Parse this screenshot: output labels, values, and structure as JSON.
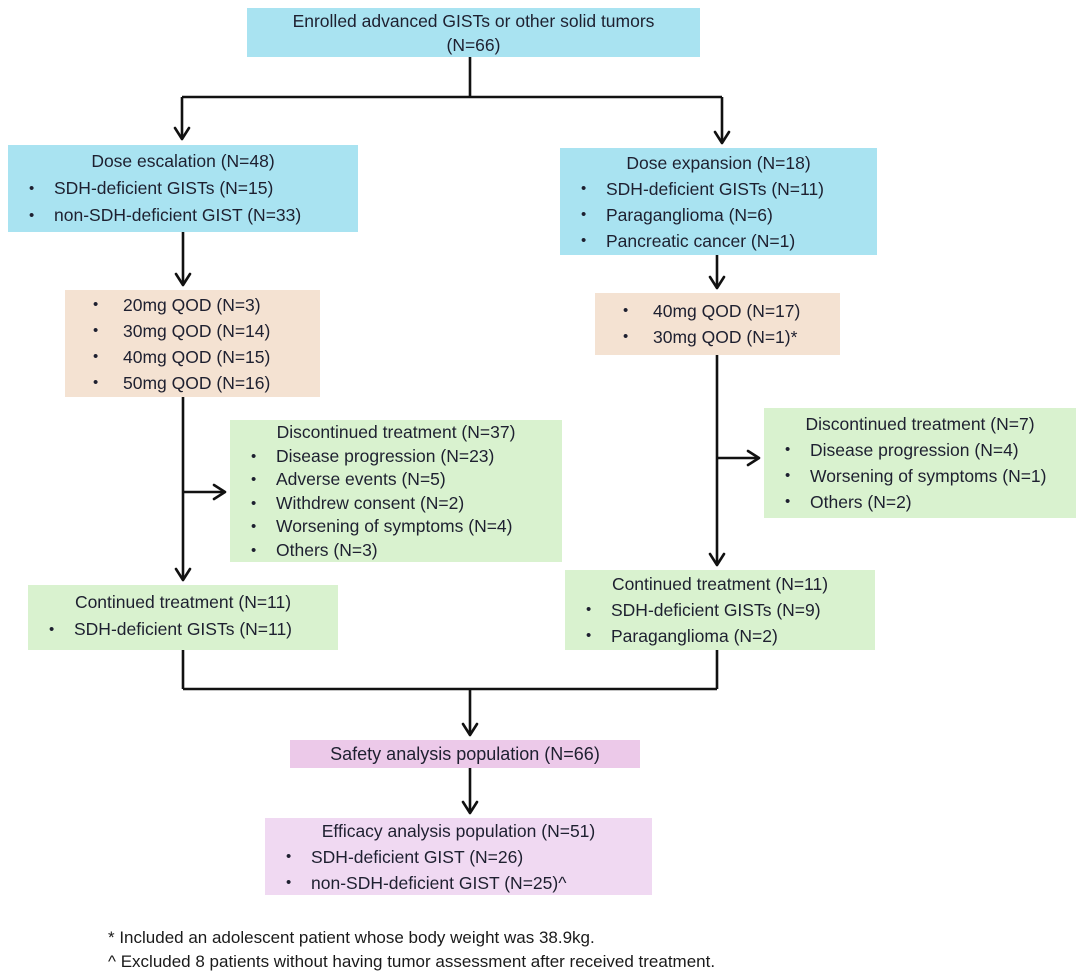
{
  "boxes": {
    "enrolled": {
      "line1": "Enrolled advanced GISTs or other solid tumors",
      "line2": "(N=66)"
    },
    "dose_escalation": {
      "title": "Dose escalation (N=48)",
      "items": [
        "SDH-deficient GISTs (N=15)",
        "non-SDH-deficient GIST (N=33)"
      ]
    },
    "dose_expansion": {
      "title": "Dose expansion (N=18)",
      "items": [
        "SDH-deficient GISTs (N=11)",
        "Paraganglioma (N=6)",
        "Pancreatic cancer (N=1)"
      ]
    },
    "escalation_doses": {
      "items": [
        "20mg QOD (N=3)",
        "30mg QOD (N=14)",
        "40mg QOD (N=15)",
        "50mg QOD (N=16)"
      ]
    },
    "expansion_doses": {
      "items": [
        "40mg QOD (N=17)",
        "30mg QOD (N=1)*"
      ]
    },
    "discontinued_escalation": {
      "title": "Discontinued treatment (N=37)",
      "items": [
        "Disease progression (N=23)",
        "Adverse events (N=5)",
        "Withdrew consent (N=2)",
        "Worsening of symptoms (N=4)",
        "Others (N=3)"
      ]
    },
    "discontinued_expansion": {
      "title": "Discontinued treatment (N=7)",
      "items": [
        "Disease progression (N=4)",
        "Worsening of symptoms (N=1)",
        "Others (N=2)"
      ]
    },
    "continued_escalation": {
      "title": "Continued treatment (N=11)",
      "items": [
        "SDH-deficient GISTs (N=11)"
      ]
    },
    "continued_expansion": {
      "title": "Continued treatment (N=11)",
      "items": [
        "SDH-deficient GISTs (N=9)",
        "Paraganglioma (N=2)"
      ]
    },
    "safety": {
      "title": "Safety analysis population (N=66)"
    },
    "efficacy": {
      "title": "Efficacy analysis population (N=51)",
      "items": [
        "SDH-deficient GIST (N=26)",
        "non-SDH-deficient GIST (N=25)^"
      ]
    }
  },
  "footnotes": [
    "* Included an adolescent patient whose body weight was 38.9kg.",
    "^ Excluded 8 patients without having tumor assessment after received treatment."
  ],
  "colors": {
    "cyan_box": "#a9e3f1",
    "tan_box": "#f4e2d2",
    "green_box": "#d9f2cf",
    "pink_box": "#ecc9e9",
    "lavender_box": "#f0d9f2",
    "arrow": "#111111",
    "text": "#1e2030"
  }
}
